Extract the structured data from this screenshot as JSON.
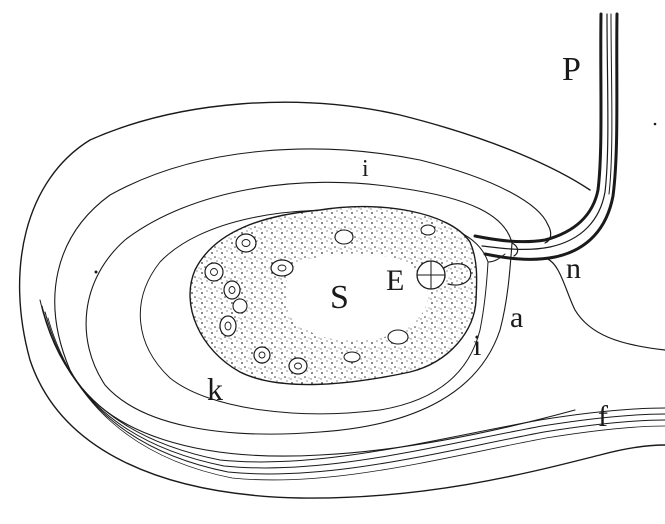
{
  "figure": {
    "labels": {
      "P": "P",
      "S": "S",
      "E": "E",
      "n": "n",
      "a": "a",
      "i_inner": "i",
      "i_outer": "i",
      "k": "k",
      "f": "f"
    }
  }
}
